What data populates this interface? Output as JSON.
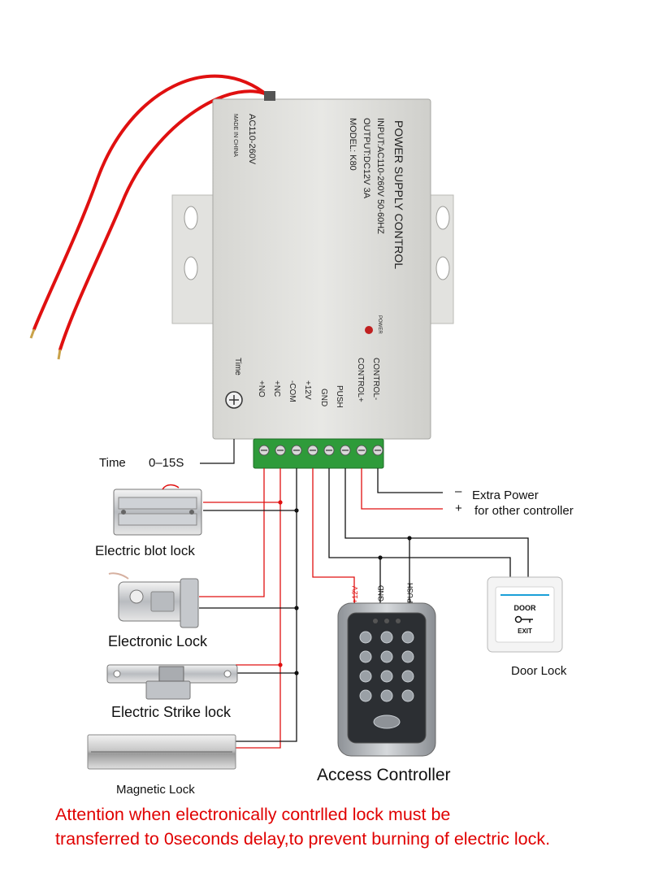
{
  "power_supply": {
    "title": "POWER SUPPLY CONTROL",
    "input": "INPUT:AC110-260V 50-60HZ",
    "output": "OUTPUT:DC12V 3A",
    "model": "MODEL: K80",
    "ac_range": "AC110-260V",
    "made_in": "MADE IN CHINA",
    "power_led": "POWER",
    "time_label": "Time",
    "terminals": [
      "+NO",
      "+NC",
      "-COM",
      "+12V",
      "GND",
      "PUSH",
      "CONTROL+",
      "CONTROL-"
    ]
  },
  "labels": {
    "time_range_key": "Time",
    "time_range_value": "0–15S",
    "extra_power_minus": "–",
    "extra_power": "Extra Power",
    "extra_power_plus": "+",
    "other_controller": "for other controller",
    "electric_bolt_lock": "Electric blot lock",
    "electronic_lock": "Electronic Lock",
    "electric_strike_lock": "Electric Strike lock",
    "magnetic_lock": "Magnetic Lock",
    "door_lock": "Door Lock",
    "access_controller": "Access Controller",
    "wire_12v": "+12V",
    "wire_gnd": "GND",
    "wire_push": "PUSH",
    "door_button_top": "DOOR",
    "door_button_bottom": "EXIT"
  },
  "attention": {
    "line1": "Attention when electronically contrlled lock must be",
    "line2": "transferred to 0seconds delay,to prevent burning of electric lock."
  },
  "colors": {
    "wire_red": "#e01010",
    "wire_black": "#111111",
    "terminal_green": "#2e9b3a",
    "housing_grey": "#dcdcd8",
    "attention_red": "#e00000"
  }
}
